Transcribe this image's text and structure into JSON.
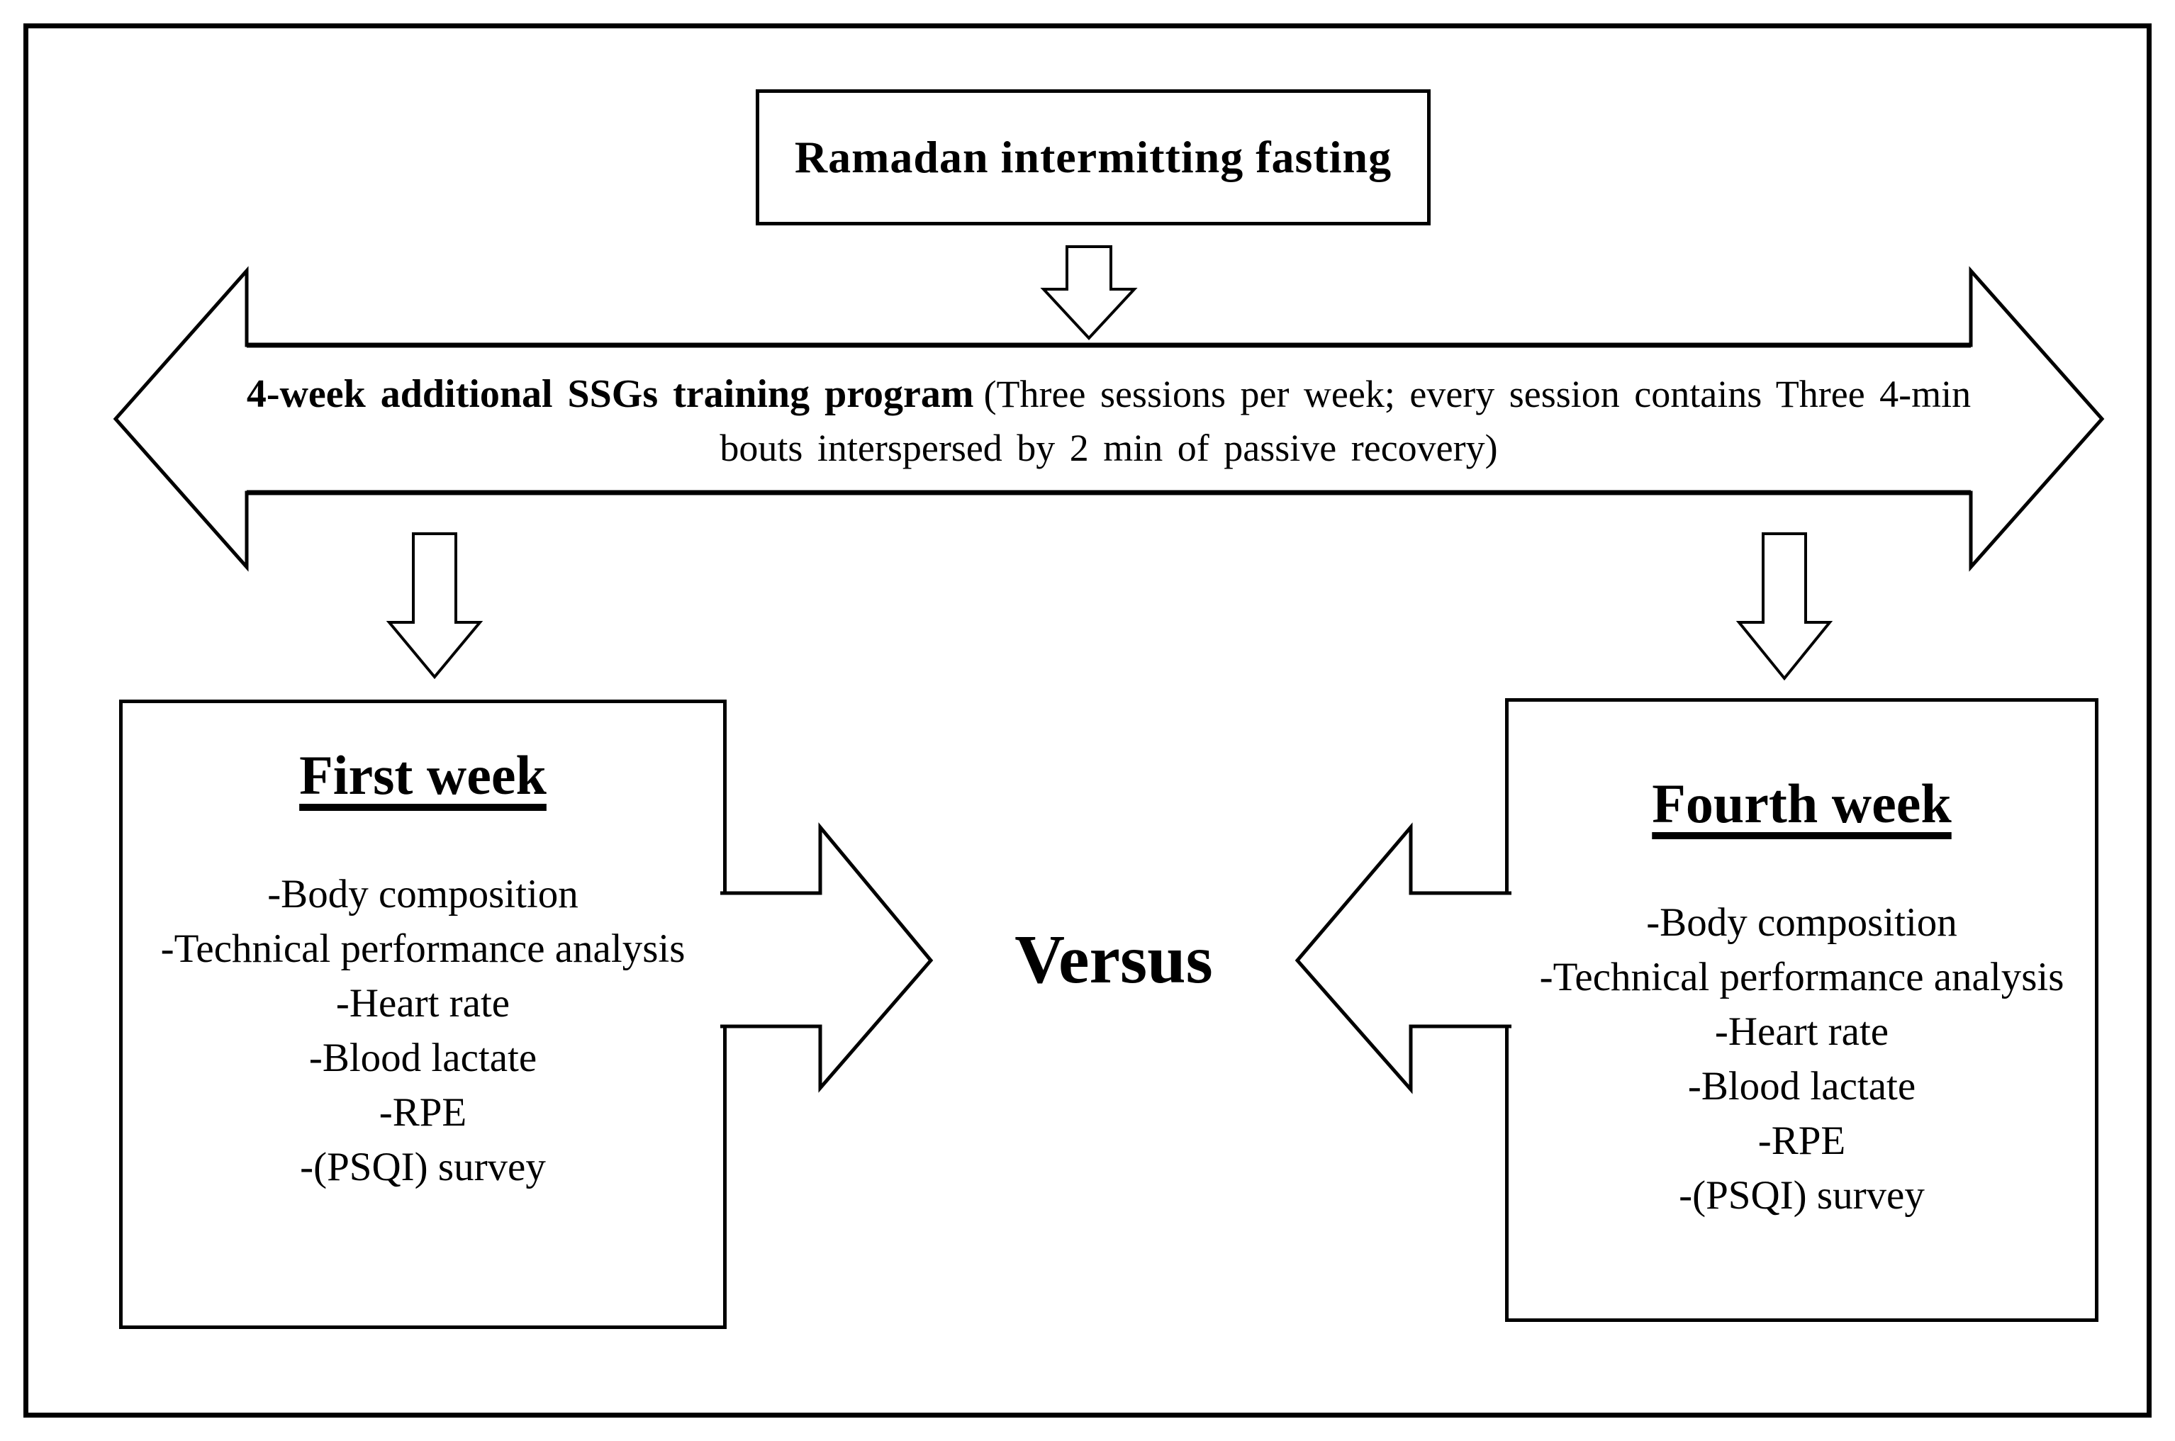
{
  "figure": {
    "colors": {
      "ink": "#000000",
      "background": "#ffffff"
    },
    "top_box": {
      "label": "Ramadan intermitting fasting"
    },
    "program_arrow": {
      "bold_lead": "4-week additional SSGs training program",
      "line1_rest": "(Three sessions per week; every session contains Three 4-min",
      "line2": "bouts interspersed by 2 min of passive recovery)"
    },
    "first_week_box": {
      "title": "First week",
      "items": [
        "-Body composition",
        "-Technical performance analysis",
        "-Heart rate",
        "-Blood lactate",
        "-RPE",
        "-(PSQI) survey"
      ]
    },
    "fourth_week_box": {
      "title": "Fourth week",
      "items": [
        "-Body composition",
        "-Technical performance analysis",
        "-Heart rate",
        "-Blood lactate",
        "-RPE",
        "-(PSQI) survey"
      ]
    },
    "versus_label": "Versus"
  }
}
